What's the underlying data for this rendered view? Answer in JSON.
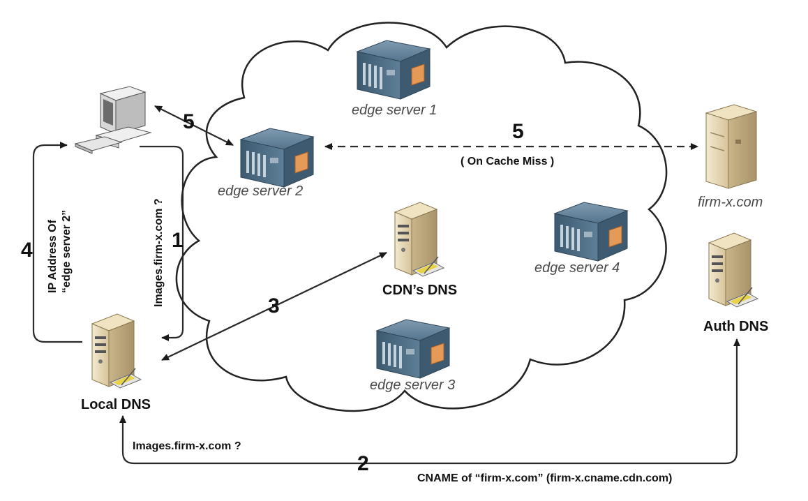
{
  "diagram": {
    "nodes": {
      "edge_server_1": "edge server 1",
      "edge_server_2": "edge server 2",
      "edge_server_3": "edge server 3",
      "edge_server_4": "edge server 4",
      "cdn_dns": "CDN’s DNS",
      "origin": "firm-x.com",
      "auth_dns": "Auth DNS",
      "local_dns": "Local DNS"
    },
    "steps": {
      "s1": "1",
      "s2": "2",
      "s3": "3",
      "s4": "4",
      "s5_client": "5",
      "s5_origin": "5"
    },
    "annotations": {
      "query_vertical": "Images.firm-x.com ?",
      "ip_line1": "IP Address Of",
      "ip_line2": "“edge server 2”",
      "cache_miss": "( On Cache Miss )",
      "query_bottom": "Images.firm-x.com ?",
      "cname": "CNAME of “firm-x.com” (firm-x.cname.cdn.com)"
    },
    "colors": {
      "cloud_fill": "#ffffff",
      "cloud_stroke": "#222222",
      "server_steel": "#4f6f86",
      "server_accent": "#e59a57",
      "tower_beige": "#e8d9b4",
      "line": "#2a2a2a"
    }
  }
}
